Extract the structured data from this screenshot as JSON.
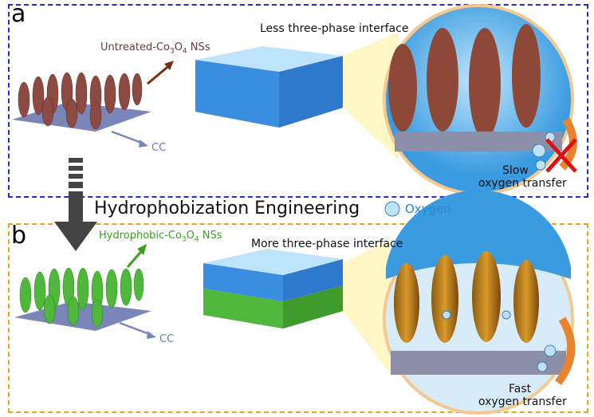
{
  "panel_a": {
    "letter": "a",
    "nanosheet_label": {
      "main": "Untreated-Co",
      "sub1": "3",
      "mid": "O",
      "sub2": "4",
      "end": " NSs"
    },
    "substrate_label": "CC",
    "interface_label": "Less three-phase interface",
    "transfer_label_line1": "Slow",
    "transfer_label_line2": "oxygen transfer",
    "border_color": "#2a2ad0"
  },
  "middle": {
    "title": "Hydrophobization Engineering",
    "legend_label": "Oxygen"
  },
  "panel_b": {
    "letter": "b",
    "nanosheet_label": {
      "main": "Hydrophobic-Co",
      "sub1": "3",
      "mid": "O",
      "sub2": "4",
      "end": " NSs"
    },
    "substrate_label": "CC",
    "interface_label": "More three-phase interface",
    "transfer_label_line1": "Fast",
    "transfer_label_line2": "oxygen transfer",
    "border_color": "#f0a020"
  }
}
